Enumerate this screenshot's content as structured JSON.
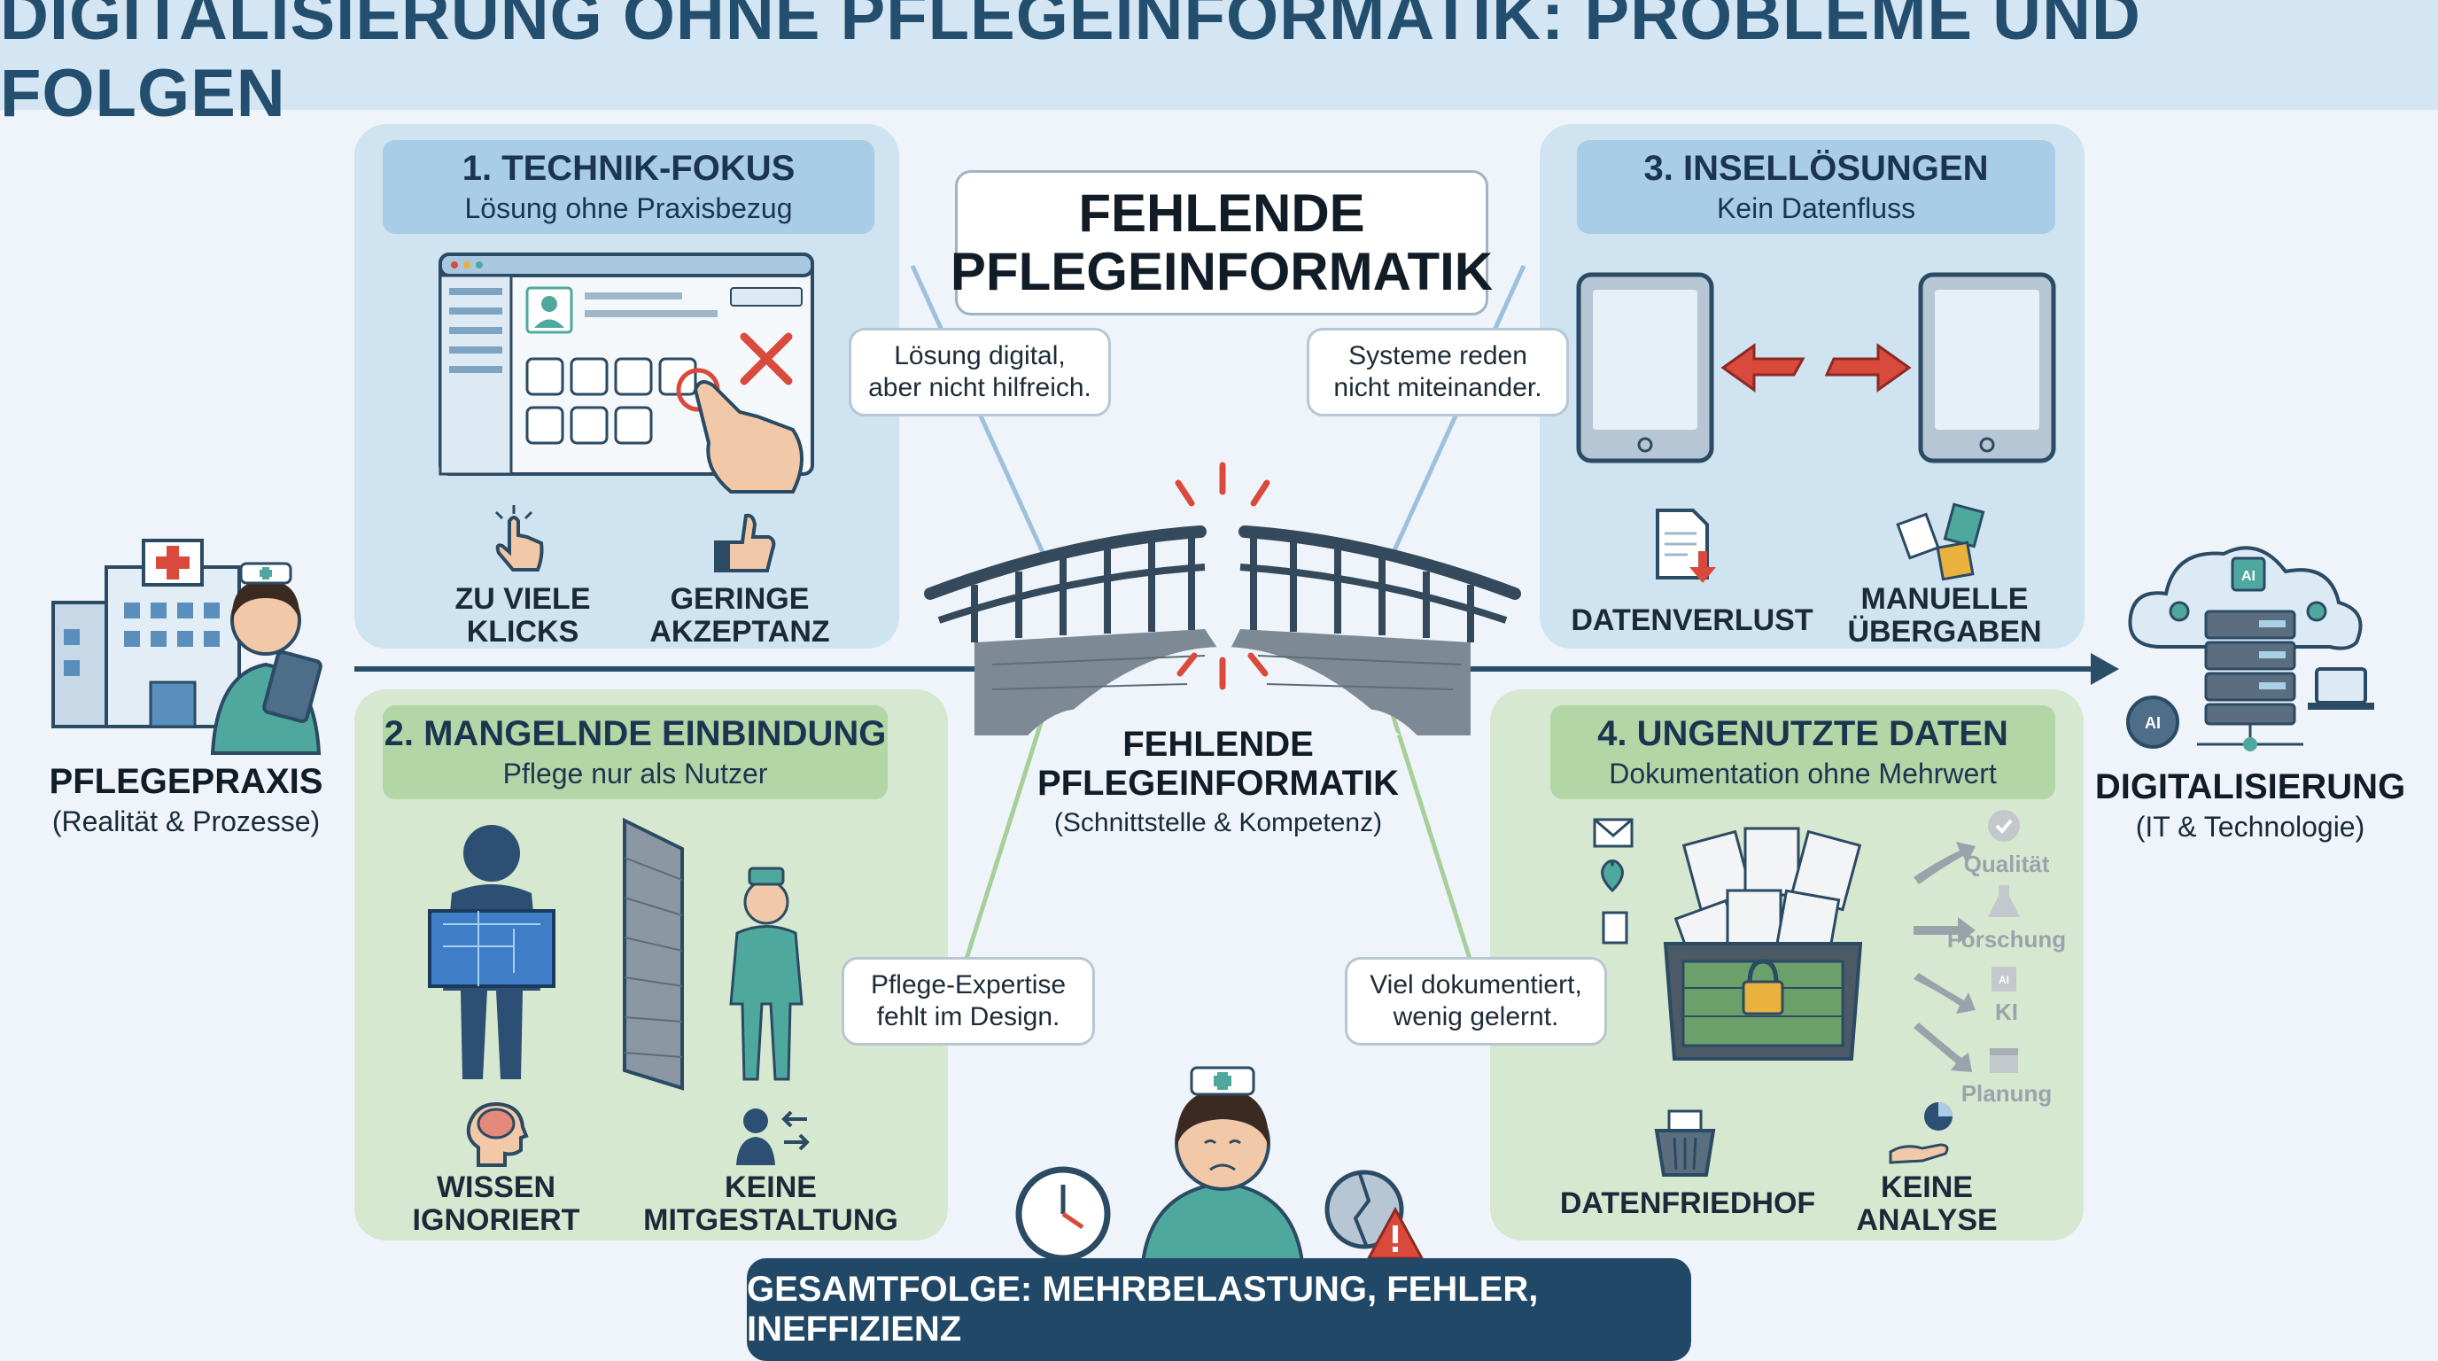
{
  "title": "DIGITALISIERUNG OHNE PFLEGEINFORMATIK: PROBLEME UND FOLGEN",
  "center_box": {
    "line1": "FEHLENDE",
    "line2": "PFLEGEINFORMATIK"
  },
  "left": {
    "title": "PFLEGEPRAXIS",
    "subtitle": "(Realität & Prozesse)"
  },
  "right": {
    "title": "DIGITALISIERUNG",
    "subtitle": "(IT & Technologie)"
  },
  "bridge": {
    "title_line1": "FEHLENDE",
    "title_line2": "PFLEGEINFORMATIK",
    "subtitle": "(Schnittstelle & Kompetenz)"
  },
  "q1": {
    "title": "1. TECHNIK-FOKUS",
    "subtitle": "Lösung ohne Praxisbezug",
    "bubble": [
      "Lösung digital,",
      "aber nicht hilfreich."
    ],
    "items": [
      {
        "line1": "ZU VIELE",
        "line2": "KLICKS",
        "icon": "pointer-click-icon"
      },
      {
        "line1": "GERINGE",
        "line2": "AKZEPTANZ",
        "icon": "thumbs-up-icon"
      }
    ]
  },
  "q2": {
    "title": "2. MANGELNDE EINBINDUNG",
    "subtitle": "Pflege nur als Nutzer",
    "bubble": [
      "Pflege-Expertise",
      "fehlt im Design."
    ],
    "items": [
      {
        "line1": "WISSEN",
        "line2": "IGNORIERT",
        "icon": "head-brain-icon"
      },
      {
        "line1": "KEINE",
        "line2": "MITGESTALTUNG",
        "icon": "person-arrows-icon"
      }
    ]
  },
  "q3": {
    "title": "3. INSELLÖSUNGEN",
    "subtitle": "Kein Datenfluss",
    "bubble": [
      "Systeme reden",
      "nicht miteinander."
    ],
    "items": [
      {
        "line1": "DATENVERLUST",
        "line2": "",
        "icon": "document-down-icon"
      },
      {
        "line1": "MANUELLE",
        "line2": "ÜBERGABEN",
        "icon": "papers-handover-icon"
      }
    ]
  },
  "q4": {
    "title": "4. UNGENUTZTE DATEN",
    "subtitle": "Dokumentation ohne Mehrwert",
    "bubble": [
      "Viel dokumentiert,",
      "wenig gelernt."
    ],
    "benefits": [
      "Qualität",
      "Forschung",
      "KI",
      "Planung"
    ],
    "items": [
      {
        "line1": "DATENFRIEDHOF",
        "line2": "",
        "icon": "trash-basket-icon"
      },
      {
        "line1": "KEINE",
        "line2": "ANALYSE",
        "icon": "hand-chart-icon"
      }
    ]
  },
  "bottom": "GESAMTFOLGE: MEHRBELASTUNG, FEHLER, INEFFIZIENZ",
  "colors": {
    "title_bg": "#d4e6f3",
    "blue_panel": "#cfe3f1",
    "green_panel": "#d6e8d0",
    "dark_navy": "#214866",
    "teal": "#4fa89e",
    "alert_red": "#d94a3d"
  }
}
